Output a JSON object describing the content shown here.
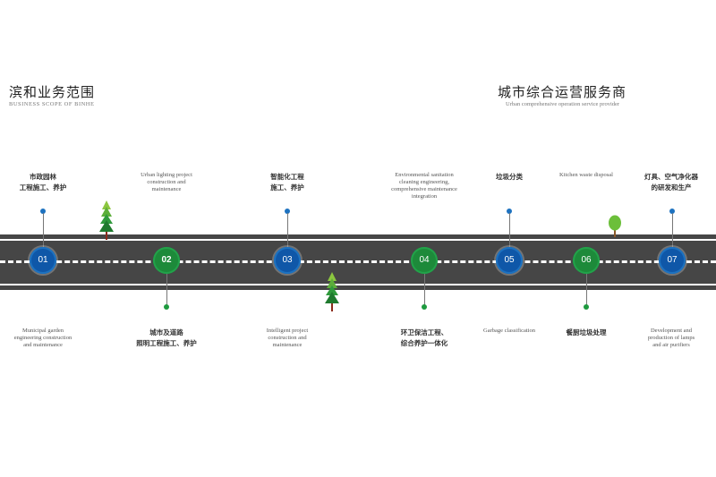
{
  "header_left": {
    "title": "滨和业务范围",
    "subtitle": "BUSINESS SCOPE OF BINHE"
  },
  "header_right": {
    "title": "城市综合运营服务商",
    "subtitle": "Urban comprehensive operation service provider"
  },
  "items": [
    {
      "number": "01",
      "top": "市政园林\n工程施工、养护",
      "bottom": "Municipal garden\nengineering construction\nand maintenance",
      "color": "blue"
    },
    {
      "number": "02",
      "top": "Urban lighting project\nconstruction and\nmaintenance",
      "bottom": "城市及道路\n照明工程施工、养护",
      "color": "green"
    },
    {
      "number": "03",
      "top": "智能化工程\n施工、养护",
      "bottom": "Intelligent project\nconstruction and\nmaintenance",
      "color": "blue"
    },
    {
      "number": "04",
      "top": "Environmental sanitation\ncleaning engineering,\ncomprehensive maintenance\nintegration",
      "bottom": "环卫保洁工程、\n综合养护一体化",
      "color": "green"
    },
    {
      "number": "05",
      "top": "垃圾分类",
      "bottom": "Garbage classification",
      "color": "blue"
    },
    {
      "number": "06",
      "top": "Kitchen waste disposal",
      "bottom": "餐厨垃圾处理",
      "color": "green"
    },
    {
      "number": "07",
      "top": "灯具、空气净化器\n的研发和生产",
      "bottom": "Development and\nproduction of lamps\nand air purifiers",
      "color": "blue"
    }
  ],
  "colors": {
    "road": "#464646",
    "blue": "#0f57a8",
    "green": "#1d8a3a",
    "tree_green": "#2f9a3c",
    "tree_light": "#8cc63f"
  }
}
